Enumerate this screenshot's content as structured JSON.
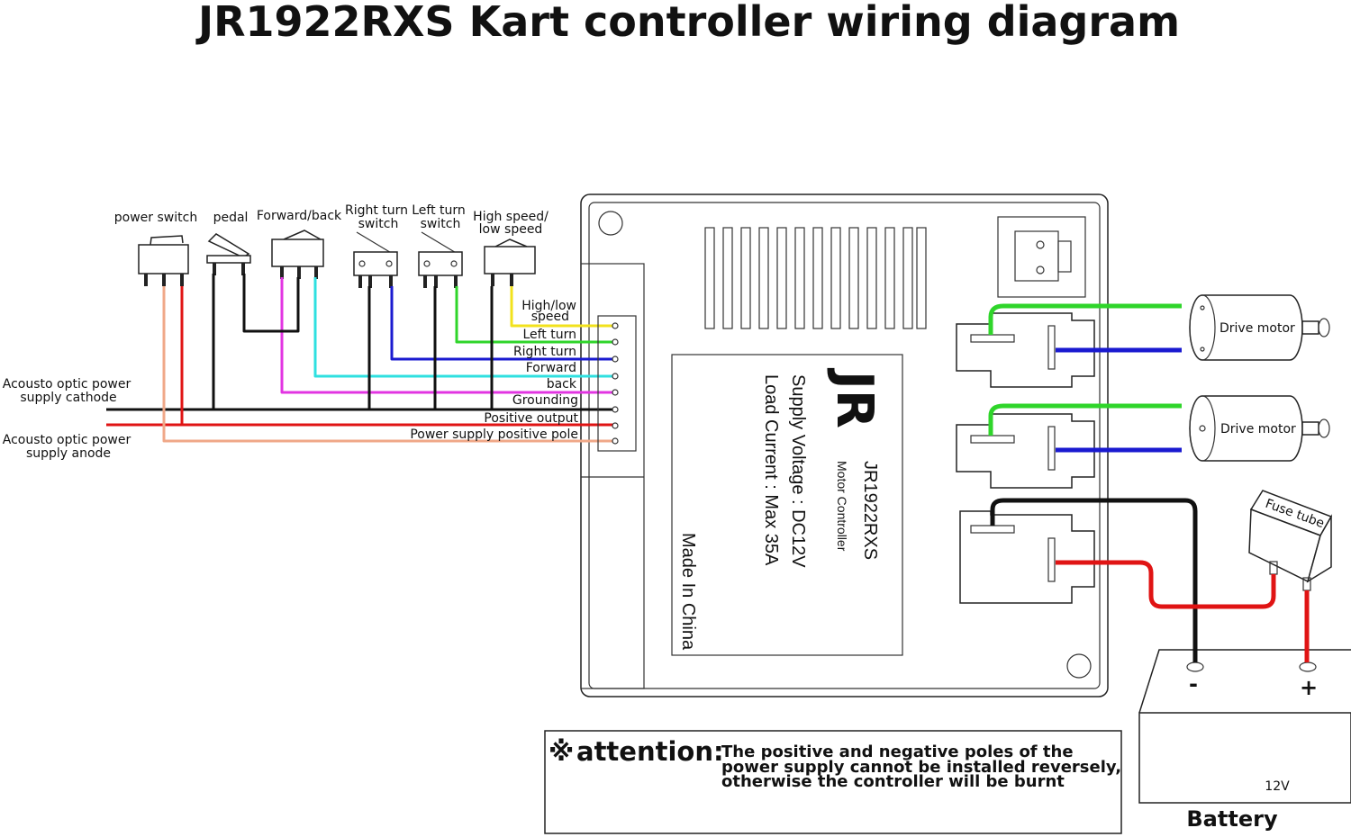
{
  "title": "JR1922RXS Kart controller wiring diagram",
  "components": {
    "power_switch": "power switch",
    "pedal": "pedal",
    "forward_back": "Forward/back",
    "right_turn_switch": [
      "Right turn",
      "switch"
    ],
    "left_turn_switch": [
      "Left turn",
      "switch"
    ],
    "high_speed_low_speed": [
      "High speed/",
      "low speed"
    ],
    "acousto_cathode": [
      "Acousto optic power",
      "supply cathode"
    ],
    "acousto_anode": [
      "Acousto optic power",
      "supply anode"
    ]
  },
  "pins": {
    "high_low_speed": [
      "High/low",
      "speed"
    ],
    "left_turn": "Left turn",
    "right_turn": "Right turn",
    "forward": "Forward",
    "back": "back",
    "grounding": "Grounding",
    "positive_output": "Positive output",
    "power_supply_positive_pole": "Power supply positive pole"
  },
  "controller": {
    "logo": "JR",
    "model": "JR1922RXS",
    "type": "Motor Controller",
    "supply_voltage": "Supply Voltage : DC12V",
    "load_current": "Load Current : Max 35A",
    "made_in": "Made In China"
  },
  "motors": [
    "Drive motor",
    "Drive motor"
  ],
  "fuse": "Fuse tube",
  "battery": {
    "label": "Battery",
    "voltage": "12V",
    "negative": "-",
    "positive": "+"
  },
  "attention": {
    "mark": "※",
    "heading": "attention:",
    "lines": [
      "The positive and negative poles of the",
      "power supply cannot be installed reversely,",
      "otherwise the controller will be burnt"
    ]
  },
  "wire_colors": {
    "yellow": "#f2e21c",
    "green": "#2fd52a",
    "blue": "#1a1ad0",
    "cyan": "#2fe0e0",
    "magenta": "#e234e2",
    "black": "#111111",
    "red": "#e01414",
    "salmon": "#f0a888"
  }
}
